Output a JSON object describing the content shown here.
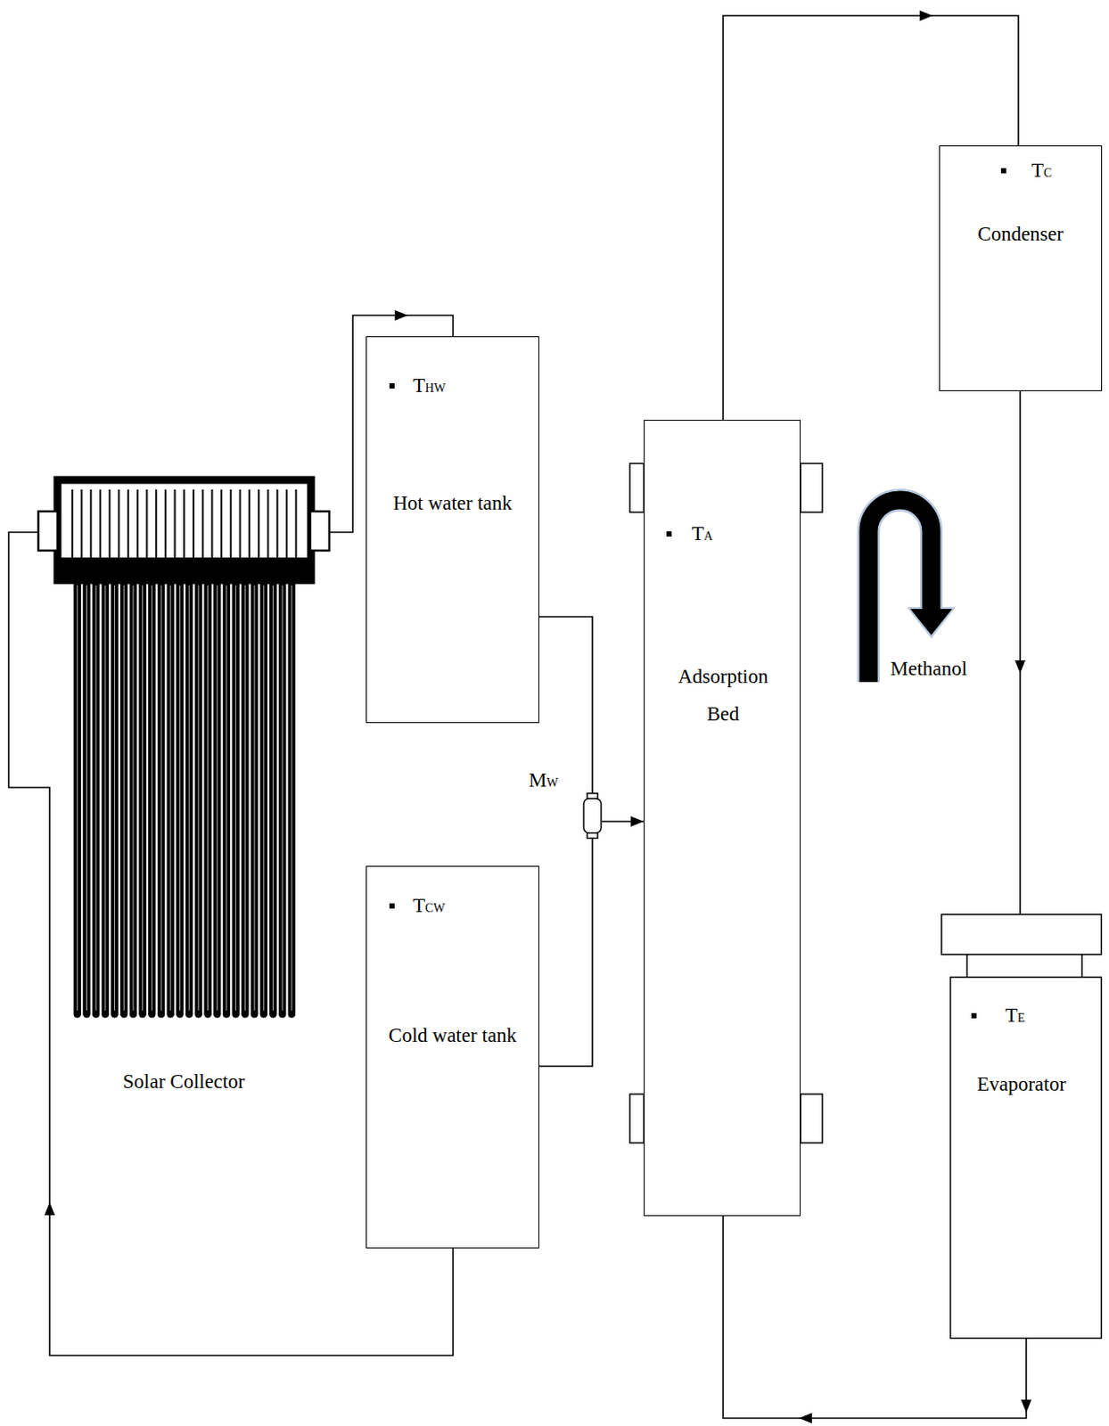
{
  "diagram": {
    "nodes": [
      {
        "text": [
          "Solar Collector"
        ]
      },
      {
        "text": [
          "THW",
          "Hot water tank"
        ]
      },
      {
        "text": [
          "TCW",
          "Cold water tank"
        ]
      },
      {
        "text": [
          "MW"
        ]
      },
      {
        "text": [
          "TA",
          "Adsorption Bed"
        ]
      },
      {
        "text": [
          "TC",
          "Condenser"
        ]
      },
      {
        "text": [
          "TE",
          "Evaporator"
        ]
      }
    ],
    "edges": [
      {
        "from": 0,
        "to": 1,
        "arrow": "to"
      },
      {
        "from": 1,
        "to": 3,
        "arrow": "none"
      },
      {
        "from": 2,
        "to": 3,
        "arrow": "none"
      },
      {
        "from": 3,
        "to": 4,
        "arrow": "to"
      },
      {
        "from": 2,
        "to": 0,
        "arrow": "to"
      },
      {
        "from": 4,
        "to": 5,
        "arrow": "to"
      },
      {
        "from": 5,
        "to": 6,
        "arrow": "to"
      },
      {
        "from": 6,
        "to": 4,
        "arrow": "to"
      }
    ],
    "labels": [
      "Methanol"
    ]
  }
}
